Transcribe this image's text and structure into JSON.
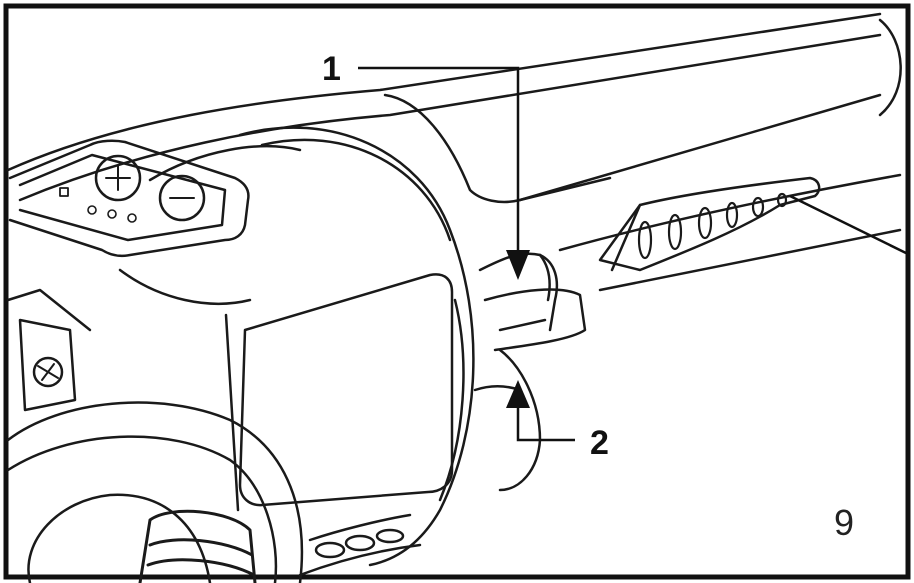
{
  "callouts": [
    {
      "id": "1",
      "label": "1"
    },
    {
      "id": "2",
      "label": "2"
    }
  ],
  "figure": {
    "number": "9"
  },
  "control_panel": {
    "plus_symbol": "+",
    "minus_symbol": "−"
  },
  "colors": {
    "ink": "#111111",
    "paper": "#ffffff",
    "border": "#111111"
  }
}
